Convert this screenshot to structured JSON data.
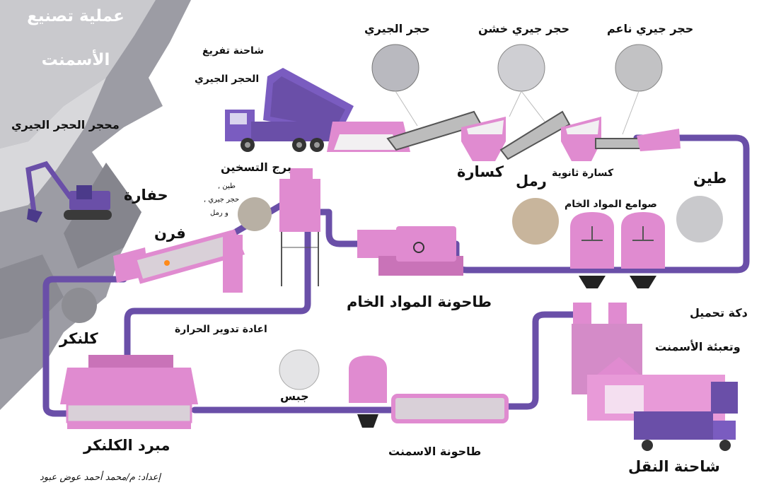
{
  "title": {
    "line1": "عملية تصنيع",
    "line2": "الأسمنت"
  },
  "labels": {
    "quarry": "محجر الحجر الجيري",
    "excavator": "حفارة",
    "truck_line1": "شاحنة تفريغ",
    "truck_line2": "الحجر الجيري",
    "limestone": "حجر الجيري",
    "coarse_limestone": "حجر جيري خشن",
    "fine_limestone": "حجر جيري ناعم",
    "crusher": "كسارة",
    "secondary_crusher": "كسارة ثانوية",
    "sand": "رمل",
    "clay": "طين",
    "raw_silos": "صوامع المواد الخام",
    "preheater_tower": "برج التسخين",
    "preheater_inputs": [
      "طين ,",
      "حجر جيري ,",
      "و رمل"
    ],
    "kiln": "فرن",
    "raw_mill": "طاحونة المواد الخام",
    "heat_recycle": "اعادة تدوير الحرارة",
    "clinker": "كلنكر",
    "clinker_cooler": "مبرد الكلنكر",
    "gypsum": "جبس",
    "cement_mill": "طاحونة الاسمنت",
    "loading_line1": "دكة تحميل",
    "loading_line2": "وتعبئة الأسمنت",
    "transport_truck": "شاحنة النقل",
    "credit": "إعداد: م/محمد أحمد عوض عبود"
  },
  "colors": {
    "machine": "#e08bd0",
    "machine_dark": "#b05aa0",
    "pipe": "#6a4fa8",
    "truck": "#7a5cc0",
    "quarry": "#9a9aa2"
  }
}
